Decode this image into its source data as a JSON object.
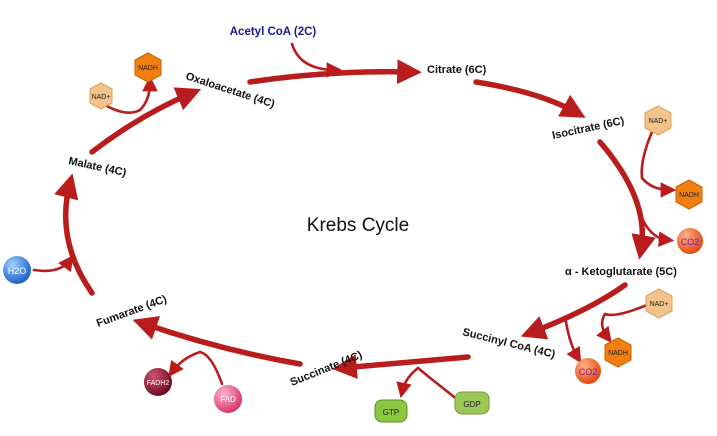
{
  "title": "Krebs Cycle",
  "input": "Acetyl CoA (2C)",
  "intermediates": {
    "citrate": "Citrate (6C)",
    "isocitrate": "Isocitrate (6C)",
    "ketoglutarate": "α - Ketoglutarate (5C)",
    "succinyl_coa": "Succinyl CoA (4C)",
    "succinate": "Succinate (4C)",
    "fumarate": "Fumarate (4C)",
    "malate": "Malate (4C)",
    "oxaloacetate": "Oxaloacetate (4C)"
  },
  "molecules": {
    "nad_plus": "NAD+",
    "nadh": "NADH",
    "co2": "CO2",
    "h2o": "H2O",
    "fad": "FAD",
    "fadh2": "FADH2",
    "gtp": "GTP",
    "gdp": "GDP"
  },
  "colors": {
    "arrow": "#b91c1c",
    "input_text": "#1a1a8c",
    "nad_hex": "#f2c38a",
    "nadh_hex": "#f07f10",
    "co2_ball": "#f05a1e",
    "h2o_ball": "#2e7fd8",
    "fad_ball": "#e8578f",
    "fadh2_ball": "#8c1230",
    "gtp_box": "#8dc63f",
    "gdp_box": "#9cc857"
  }
}
